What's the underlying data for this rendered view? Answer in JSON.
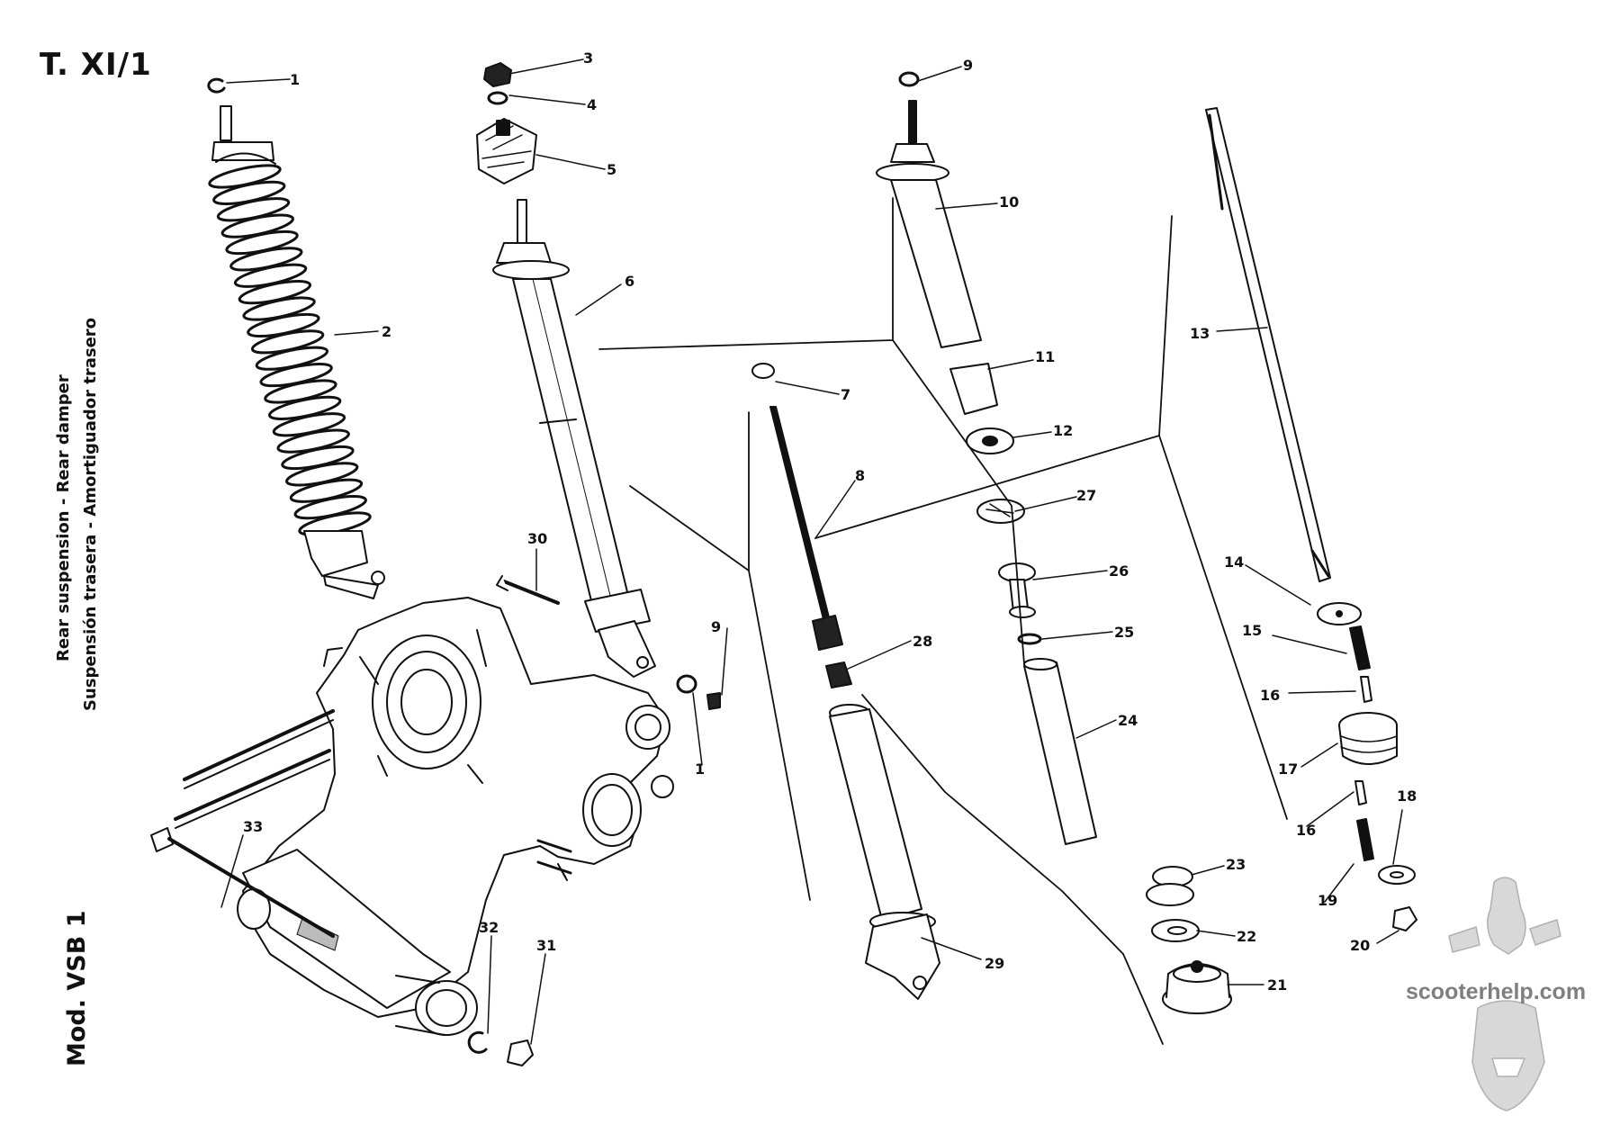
{
  "sheet_title": "T. XI/1",
  "captions": [
    "Rear suspension - Rear damper",
    "Suspensión trasera - Amortiguador trasero"
  ],
  "model_label": "Mod. VSB 1",
  "watermark": "scooterhelp.com",
  "ink_color": "#111111",
  "watermark_color": "#7f7f7f",
  "callouts": [
    "1",
    "2",
    "3",
    "4",
    "5",
    "6",
    "7",
    "8",
    "9",
    "9",
    "10",
    "11",
    "12",
    "13",
    "14",
    "15",
    "16",
    "16",
    "17",
    "18",
    "19",
    "20",
    "21",
    "22",
    "23",
    "24",
    "25",
    "26",
    "27",
    "28",
    "29",
    "30",
    "31",
    "32",
    "33",
    "1"
  ]
}
